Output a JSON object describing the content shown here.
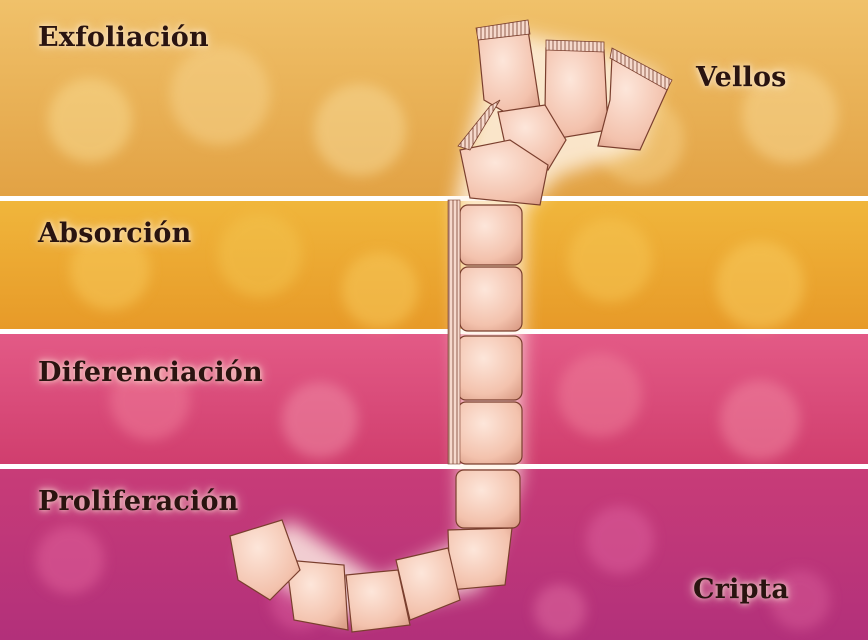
{
  "zones": [
    {
      "label": "Exfoliación",
      "color": "#e3a44a"
    },
    {
      "label": "Absorción",
      "color": "#e9a32c"
    },
    {
      "label": "Diferenciación",
      "color": "#d8467a"
    },
    {
      "label": "Proliferación",
      "color": "#b8367c"
    }
  ],
  "structures": {
    "villi_label": "Vellos",
    "crypt_label": "Cripta"
  },
  "colors": {
    "divider": "#ffffff",
    "cell_fill": "#f4c6b3",
    "cell_stroke": "#7a3f2e",
    "text": "#2a1410"
  }
}
